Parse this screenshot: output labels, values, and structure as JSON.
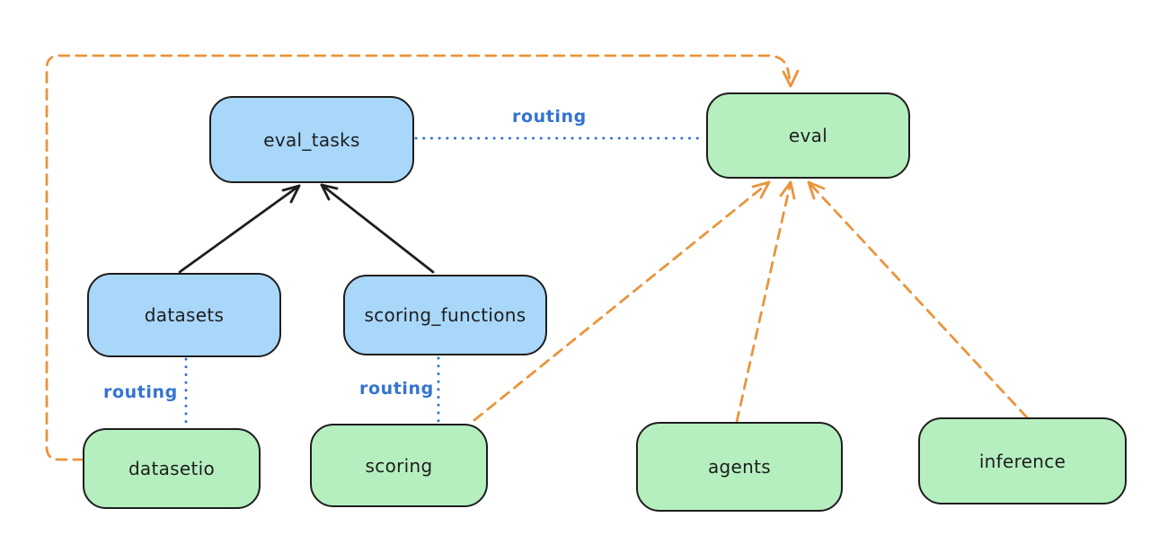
{
  "diagram": {
    "kind": "architecture-diagram",
    "background": "#ffffff",
    "nodes": {
      "eval_tasks": {
        "label": "eval_tasks",
        "fill": "#a8d7fa",
        "role": "resource"
      },
      "eval": {
        "label": "eval",
        "fill": "#b6efbf",
        "role": "api"
      },
      "datasets": {
        "label": "datasets",
        "fill": "#a8d7fa",
        "role": "resource"
      },
      "scoring_functions": {
        "label": "scoring_functions",
        "fill": "#a8d7fa",
        "role": "resource"
      },
      "datasetio": {
        "label": "datasetio",
        "fill": "#b6efbf",
        "role": "api"
      },
      "scoring": {
        "label": "scoring",
        "fill": "#b6efbf",
        "role": "api"
      },
      "agents": {
        "label": "agents",
        "fill": "#b6efbf",
        "role": "api"
      },
      "inference": {
        "label": "inference",
        "fill": "#b6efbf",
        "role": "api"
      }
    },
    "labels": {
      "routing": "routing"
    },
    "edges": [
      {
        "from": "datasets",
        "to": "eval_tasks",
        "style": "solid",
        "color": "#1e1e1e",
        "arrow": true
      },
      {
        "from": "scoring_functions",
        "to": "eval_tasks",
        "style": "solid",
        "color": "#1e1e1e",
        "arrow": true
      },
      {
        "from": "eval_tasks",
        "to": "eval",
        "style": "dotted",
        "color": "#3474cf",
        "arrow": false,
        "label": "routing"
      },
      {
        "from": "datasets",
        "to": "datasetio",
        "style": "dotted",
        "color": "#3474cf",
        "arrow": false,
        "label": "routing"
      },
      {
        "from": "scoring_functions",
        "to": "scoring",
        "style": "dotted",
        "color": "#3474cf",
        "arrow": false,
        "label": "routing"
      },
      {
        "from": "datasetio",
        "to": "eval",
        "style": "dashed",
        "color": "#e9953c",
        "arrow": true,
        "route": "around-left-and-top"
      },
      {
        "from": "scoring",
        "to": "eval",
        "style": "dashed",
        "color": "#e9953c",
        "arrow": true
      },
      {
        "from": "agents",
        "to": "eval",
        "style": "dashed",
        "color": "#e9953c",
        "arrow": true
      },
      {
        "from": "inference",
        "to": "eval",
        "style": "dashed",
        "color": "#e9953c",
        "arrow": true
      }
    ],
    "colors": {
      "node_border": "#1e1e1e",
      "blue_fill": "#a8d7fa",
      "green_fill": "#b6efbf",
      "routing_blue": "#3474cf",
      "orange_dashed": "#e9953c",
      "black_arrow": "#1e1e1e"
    }
  }
}
